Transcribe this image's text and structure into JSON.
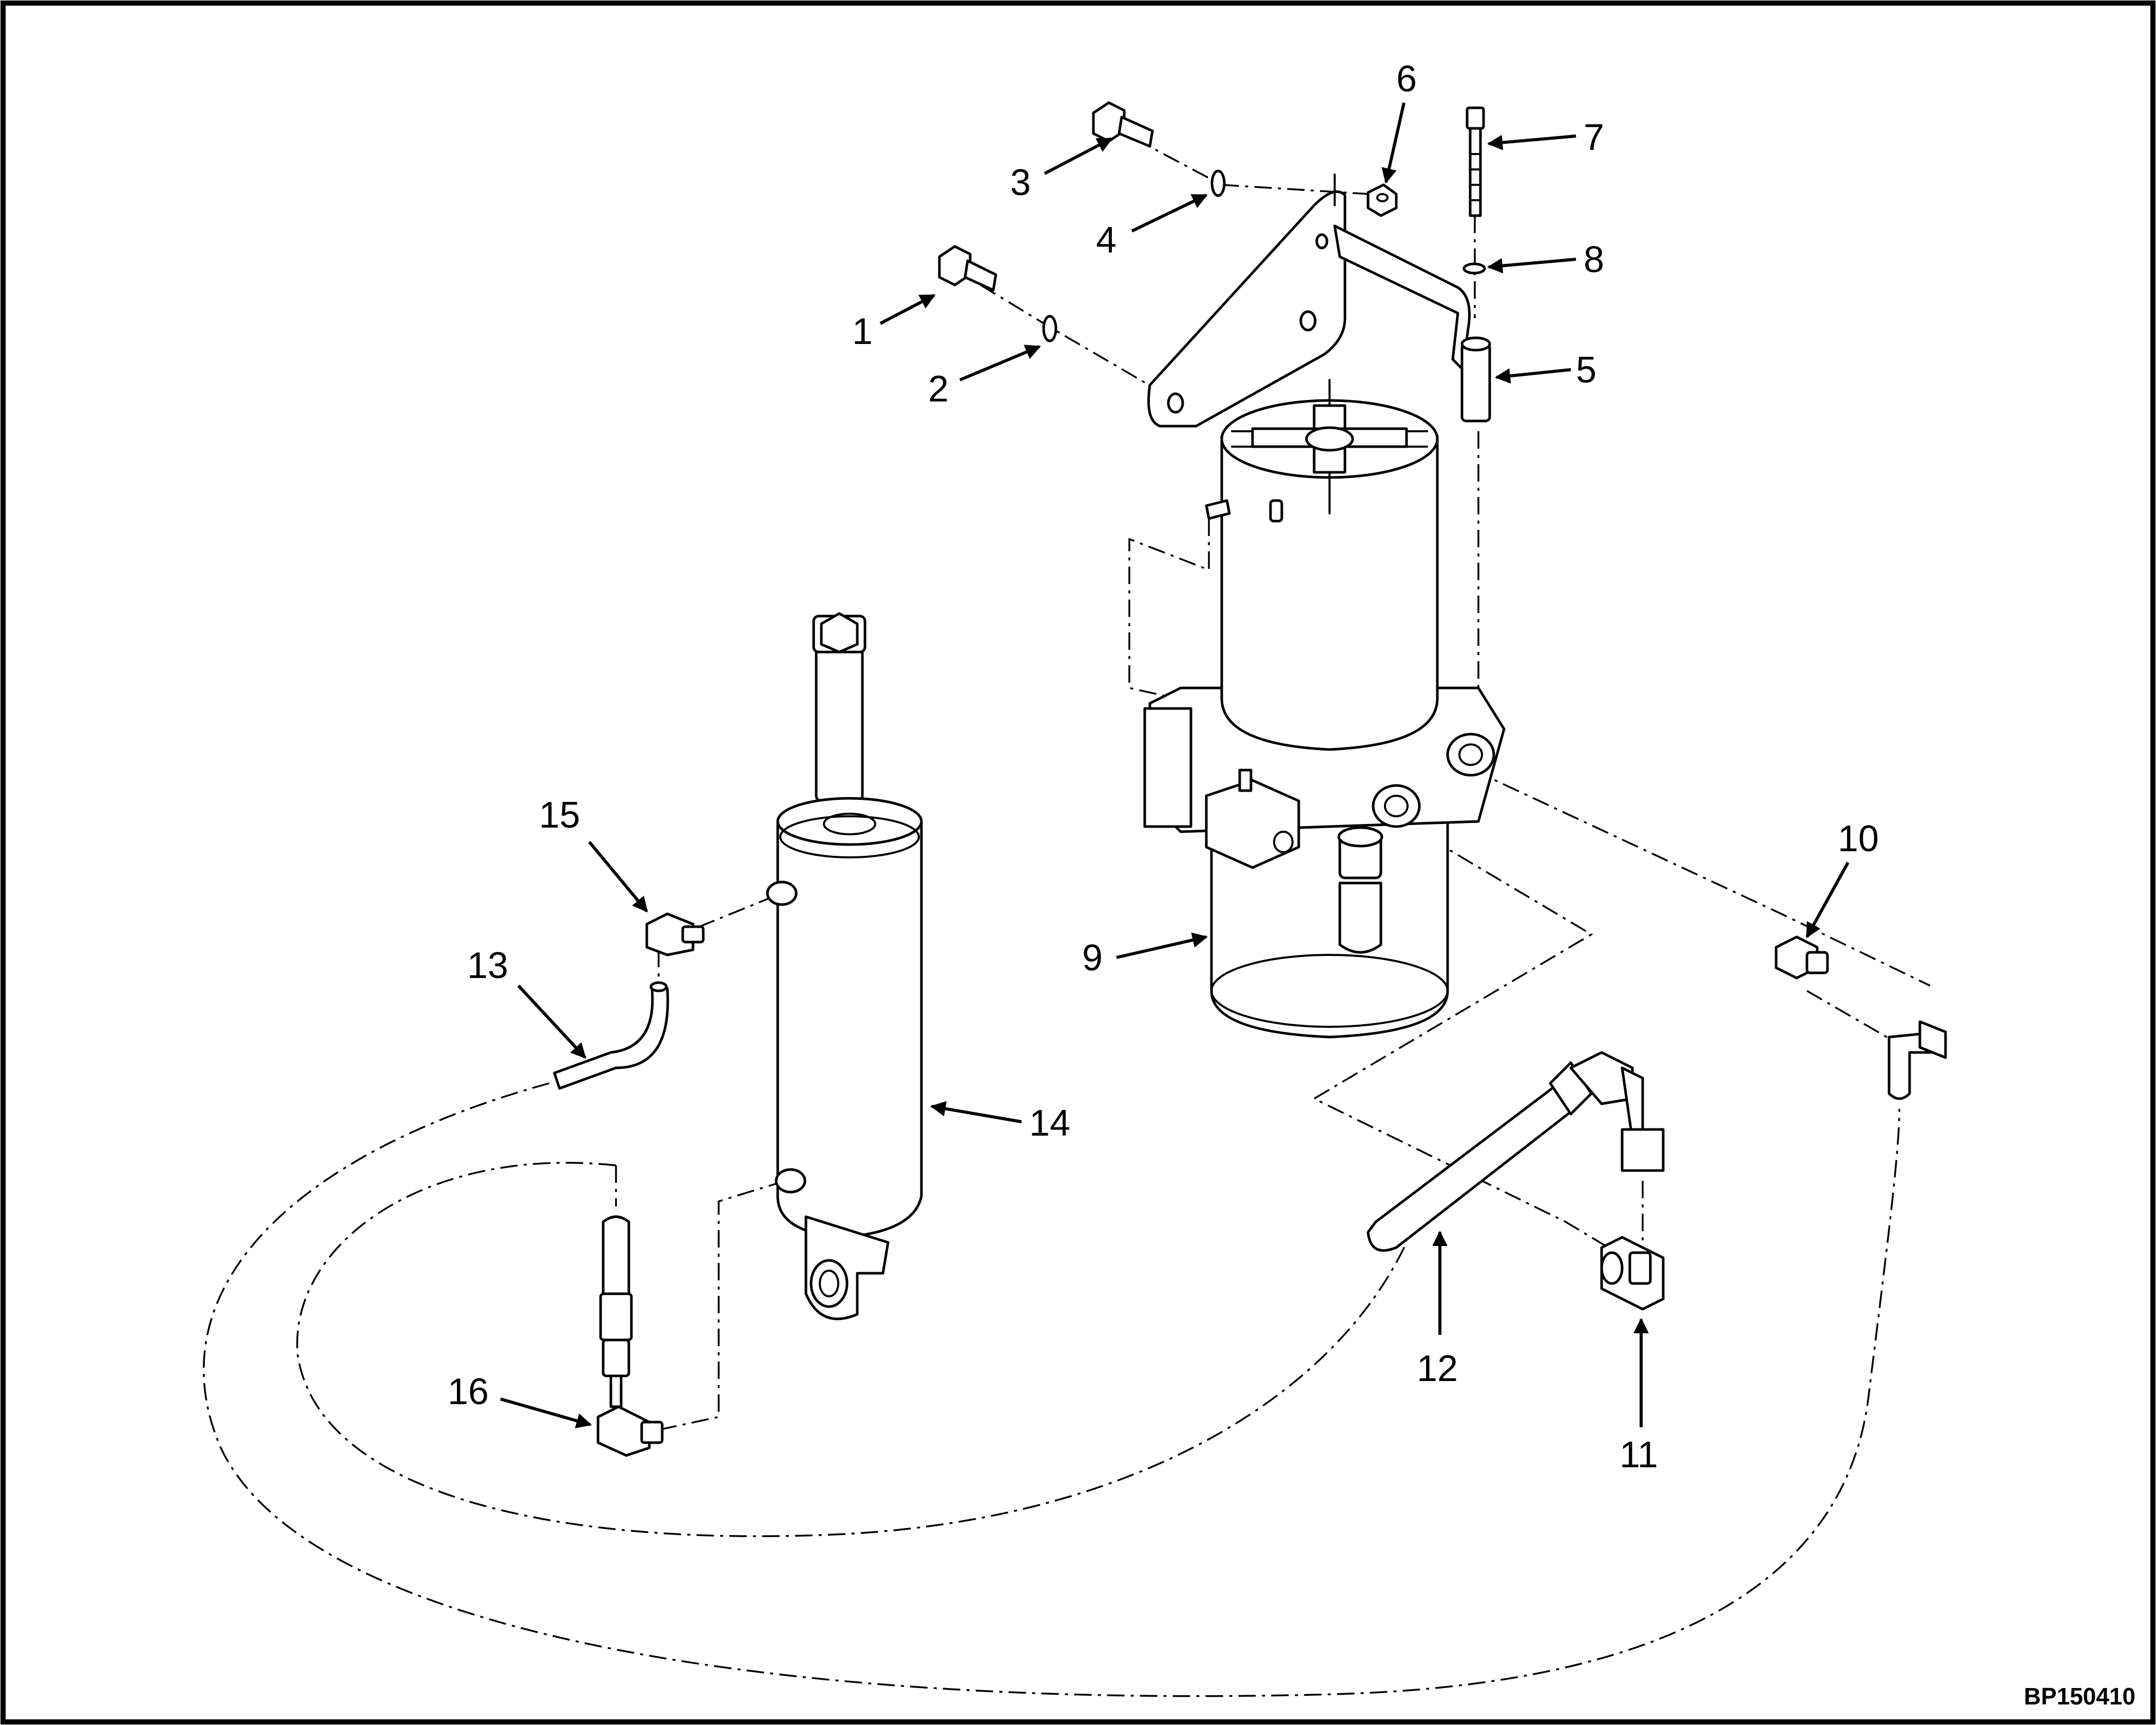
{
  "figure_id": "BP150410",
  "callouts": [
    "1",
    "2",
    "3",
    "4",
    "5",
    "6",
    "7",
    "8",
    "9",
    "10",
    "11",
    "12",
    "13",
    "14",
    "15",
    "16"
  ],
  "colors": {
    "ink": "#000000",
    "paper": "#ffffff"
  }
}
